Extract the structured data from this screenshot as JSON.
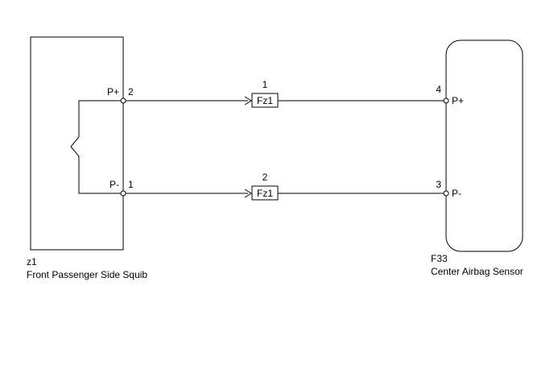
{
  "left_component": {
    "code": "z1",
    "name": "Front Passenger Side Squib",
    "pins": [
      {
        "label": "P+",
        "number": "2"
      },
      {
        "label": "P-",
        "number": "1"
      }
    ]
  },
  "right_component": {
    "code": "F33",
    "name": "Center Airbag Sensor",
    "pins": [
      {
        "label": "P+",
        "number": "4"
      },
      {
        "label": "P-",
        "number": "3"
      }
    ]
  },
  "connectors": [
    {
      "name": "Fz1",
      "pin": "1"
    },
    {
      "name": "Fz1",
      "pin": "2"
    }
  ]
}
